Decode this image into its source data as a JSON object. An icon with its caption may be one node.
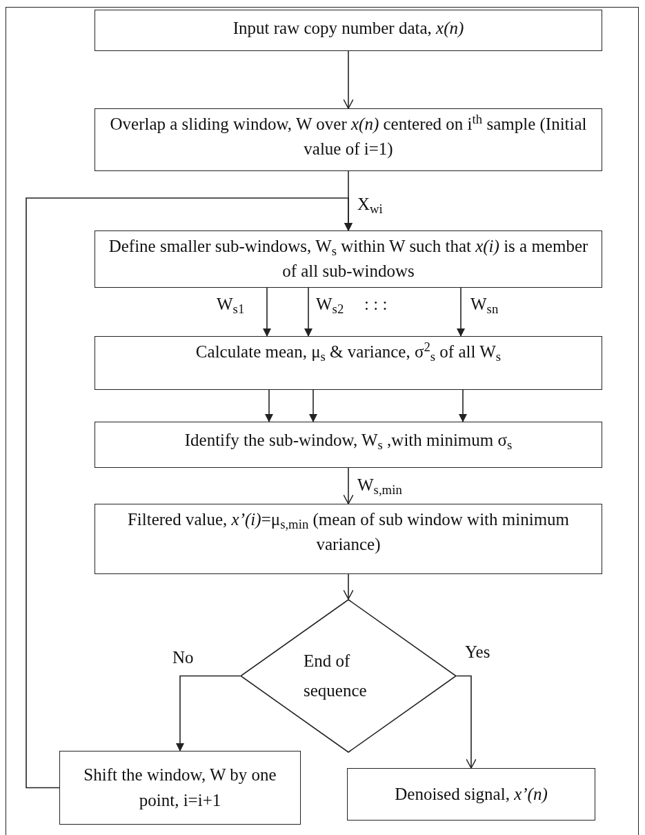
{
  "diagram": {
    "nodes": [
      {
        "text": [
          "Input raw copy number data, *x(n)*"
        ]
      },
      {
        "text": [
          "Overlap a sliding window, W over *x(n)* centered on i$^{th}$ sample (Initial value of i=1)"
        ]
      },
      {
        "text": [
          "Define smaller sub-windows, W$_{s}$ within W such that *x(i)* is a member of all sub-windows"
        ]
      },
      {
        "text": [
          "Calculate mean, μ$_{s}$ & variance, σ$^{2}$$_{s}$ of all W$_{s}$"
        ]
      },
      {
        "text": [
          "Identify the sub-window, W$_{s}$ ,with minimum σ$_{s}$"
        ]
      },
      {
        "text": [
          "Filtered value, *x’(i)*=μ$_{s,min}$ (mean of sub window with minimum variance)"
        ]
      },
      {
        "text": [
          "End of sequence"
        ]
      },
      {
        "text": [
          "Shift the window, W by one point, i=i+1"
        ]
      },
      {
        "text": [
          "Denoised signal, *x’(n)*"
        ]
      }
    ],
    "edges": [
      {
        "from": 0,
        "to": 1,
        "arrow": "to"
      },
      {
        "from": 1,
        "to": 2,
        "arrow": "to",
        "label": "X$_{wi}$"
      },
      {
        "from": 7,
        "to": 2,
        "arrow": "to"
      },
      {
        "from": 2,
        "to": 3,
        "arrow": "to",
        "label": "W$_{s1}$"
      },
      {
        "from": 2,
        "to": 3,
        "arrow": "to",
        "label": "W$_{s2}$"
      },
      {
        "from": 2,
        "to": 3,
        "arrow": "to",
        "label": "W$_{sn}$"
      },
      {
        "from": 3,
        "to": 4,
        "arrow": "to"
      },
      {
        "from": 3,
        "to": 4,
        "arrow": "to"
      },
      {
        "from": 3,
        "to": 4,
        "arrow": "to"
      },
      {
        "from": 4,
        "to": 5,
        "arrow": "to",
        "label": "W$_{s,min}$"
      },
      {
        "from": 5,
        "to": 6,
        "arrow": "to"
      },
      {
        "from": 6,
        "to": 7,
        "arrow": "to",
        "label": "No"
      },
      {
        "from": 6,
        "to": 8,
        "arrow": "to",
        "label": "Yes"
      }
    ],
    "labels": [
      ": : :"
    ]
  }
}
